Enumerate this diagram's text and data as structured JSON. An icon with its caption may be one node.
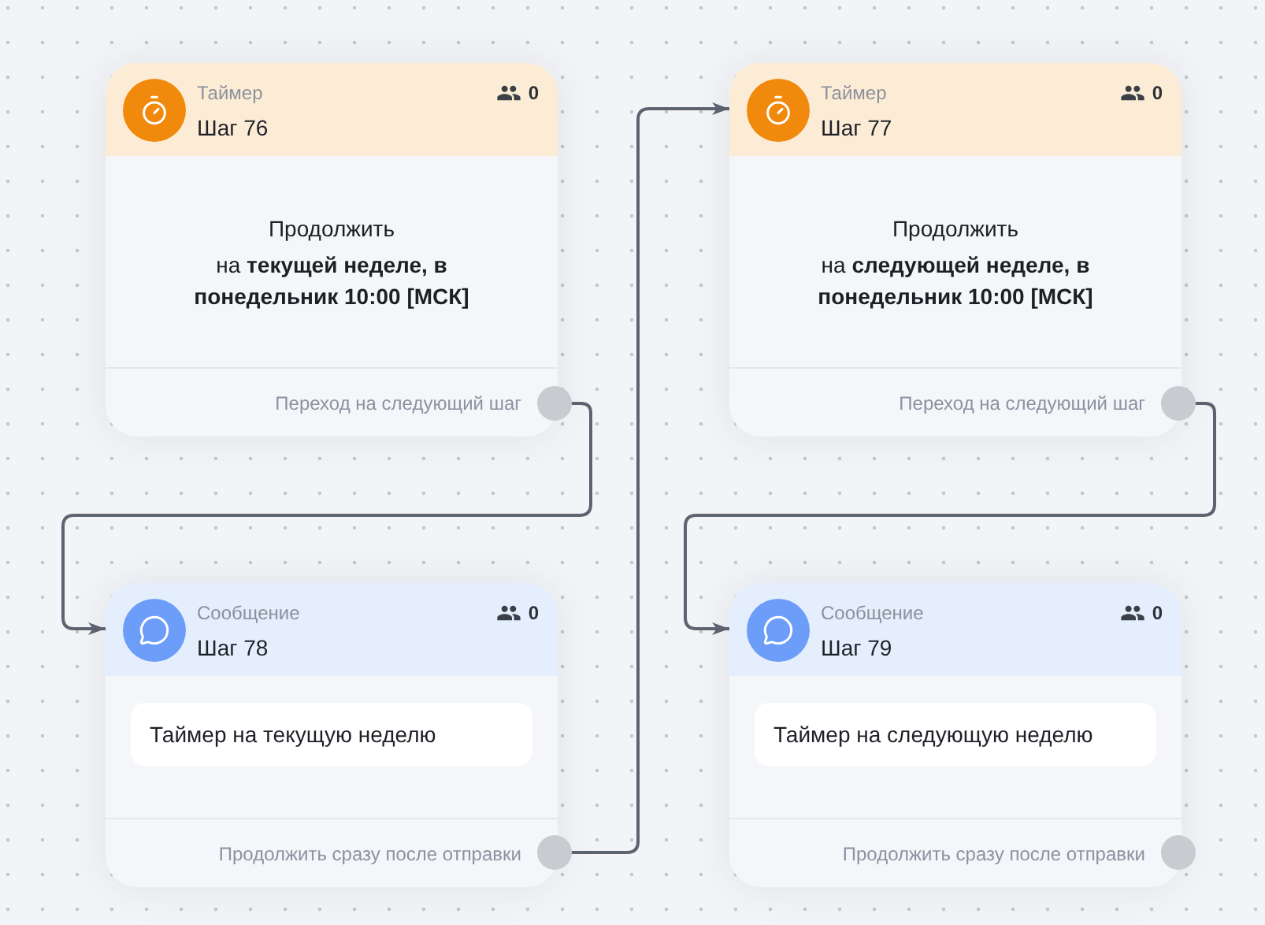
{
  "diagram": {
    "nodes": [
      {
        "text": [
          "Таймер",
          "Шаг 76",
          "0",
          "Продолжить",
          "на **текущей неделе, в понедельник 10:00 [МСК]**",
          "Переход на следующий шаг"
        ]
      },
      {
        "text": [],
        "shape": "circle"
      },
      {
        "text": [
          "Таймер",
          "Шаг 77",
          "0",
          "Продолжить",
          "на **следующей неделе, в понедельник 10:00 [МСК]**",
          "Переход на следующий шаг"
        ]
      },
      {
        "text": [],
        "shape": "circle"
      },
      {
        "text": [
          "Сообщение",
          "Шаг 78",
          "0",
          "Продолжить сразу после отправки"
        ]
      },
      {
        "text": [
          "Таймер на текущую неделю"
        ],
        "in": 4
      },
      {
        "text": [],
        "shape": "circle"
      },
      {
        "text": [
          "Сообщение",
          "Шаг 79",
          "0",
          "Продолжить сразу после отправки"
        ]
      },
      {
        "text": [
          "Таймер на следующую неделю"
        ],
        "in": 7
      },
      {
        "text": [],
        "shape": "circle"
      }
    ],
    "edges": [
      {
        "from": 1,
        "to": 4,
        "arrow": "to"
      },
      {
        "from": 6,
        "to": 2,
        "arrow": "to"
      },
      {
        "from": 3,
        "to": 7,
        "arrow": "to"
      }
    ]
  }
}
